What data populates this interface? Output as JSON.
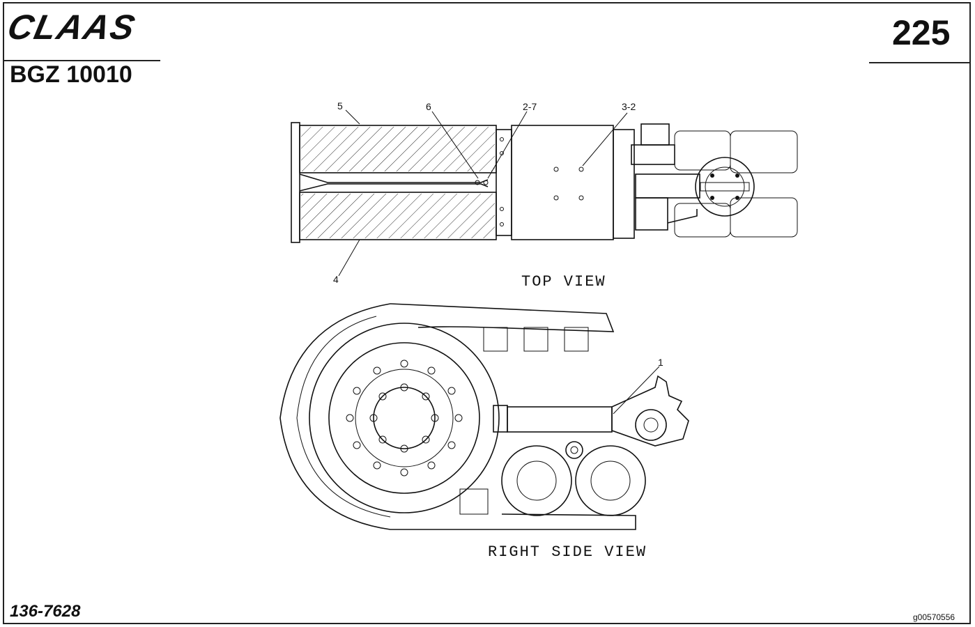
{
  "header": {
    "brand": "CLAAS",
    "page_number": "225",
    "model": "BGZ 10010"
  },
  "footer": {
    "part_number": "136-7628",
    "reference_code": "g00570556"
  },
  "views": {
    "top": "TOP VIEW",
    "right_side": "RIGHT SIDE VIEW"
  },
  "callouts": {
    "c5": "5",
    "c6": "6",
    "c2_7": "2-7",
    "c3_2": "3-2",
    "c4": "4",
    "c1": "1"
  }
}
